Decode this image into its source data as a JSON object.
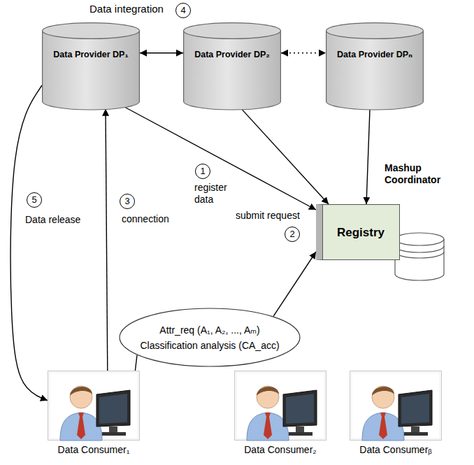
{
  "diagram": {
    "nodes": [
      {
        "text": [
          "Data Provider DP₁"
        ]
      },
      {
        "text": [
          "Data Provider DP₂"
        ]
      },
      {
        "text": [
          "Data Provider DPₙ"
        ]
      },
      {
        "text": [
          "Registry"
        ]
      },
      {
        "text": [
          "Attr_req (A₁, A₂, ..., Aₘ)",
          "Classification analysis (CA_acc)"
        ]
      },
      {
        "text": [
          "Data Consumer₁"
        ]
      },
      {
        "text": [
          "Data Consumer₂"
        ]
      },
      {
        "text": [
          "Data Consumerᵦ"
        ]
      }
    ],
    "edges": [
      {
        "from": 0,
        "to": 1,
        "arrow": "both"
      },
      {
        "from": 1,
        "to": 2,
        "arrow": "both"
      },
      {
        "from": 0,
        "to": 3,
        "arrow": "to"
      },
      {
        "from": 1,
        "to": 3,
        "arrow": "to"
      },
      {
        "from": 2,
        "to": 3,
        "arrow": "to"
      },
      {
        "from": 4,
        "to": 3,
        "arrow": "to"
      },
      {
        "from": 5,
        "to": 4,
        "arrow": "none"
      },
      {
        "from": 5,
        "to": 0,
        "arrow": "to"
      },
      {
        "from": 0,
        "to": 5,
        "arrow": "to"
      }
    ],
    "labels": [
      "Data integration",
      "4",
      "1",
      "register data",
      "2",
      "submit request",
      "3",
      "connection",
      "5",
      "Data release",
      "Mashup Coordinator"
    ]
  }
}
